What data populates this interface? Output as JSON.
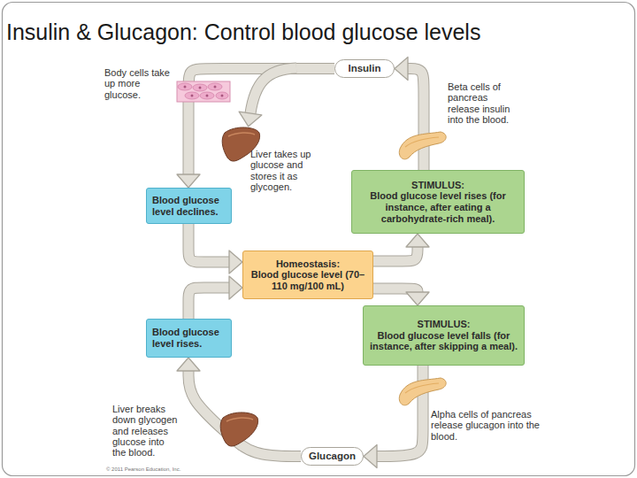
{
  "diagram": {
    "title": "Insulin & Glucagon: Control blood glucose levels",
    "nodes": [
      {
        "text": [
          "Insulin"
        ]
      },
      {
        "text": [
          "Blood glucose level declines."
        ]
      },
      {
        "text": [
          "STIMULUS:",
          "Blood glucose level rises (for instance, after eating a carbohydrate-rich meal)."
        ]
      },
      {
        "text": [
          "Homeostasis:",
          "Blood glucose level (70–110 mg/100 mL)"
        ]
      },
      {
        "text": [
          "STIMULUS:",
          "Blood glucose level falls (for instance, after skipping a meal)."
        ]
      },
      {
        "text": [
          "Blood glucose level rises."
        ]
      },
      {
        "text": [
          "Glucagon"
        ]
      }
    ],
    "edges": [
      {
        "from": 3,
        "to": 2,
        "arrow": "to"
      },
      {
        "from": 2,
        "to": 0,
        "arrow": "to"
      },
      {
        "from": 0,
        "to": 1,
        "arrow": "to"
      },
      {
        "from": 1,
        "to": 3,
        "arrow": "to"
      },
      {
        "from": 3,
        "to": 4,
        "arrow": "to"
      },
      {
        "from": 4,
        "to": 6,
        "arrow": "to"
      },
      {
        "from": 6,
        "to": 5,
        "arrow": "to"
      },
      {
        "from": 5,
        "to": 3,
        "arrow": "to"
      }
    ],
    "labels": [
      "Body cells take up more glucose.",
      "Beta cells of pancreas release insulin into the blood.",
      "Liver takes up glucose and stores it as glycogen.",
      "Liver breaks down glycogen and releases glucose into the blood.",
      "Alpha cells of pancreas release glucagon into the blood.",
      "© 2011 Pearson Education, Inc."
    ]
  }
}
